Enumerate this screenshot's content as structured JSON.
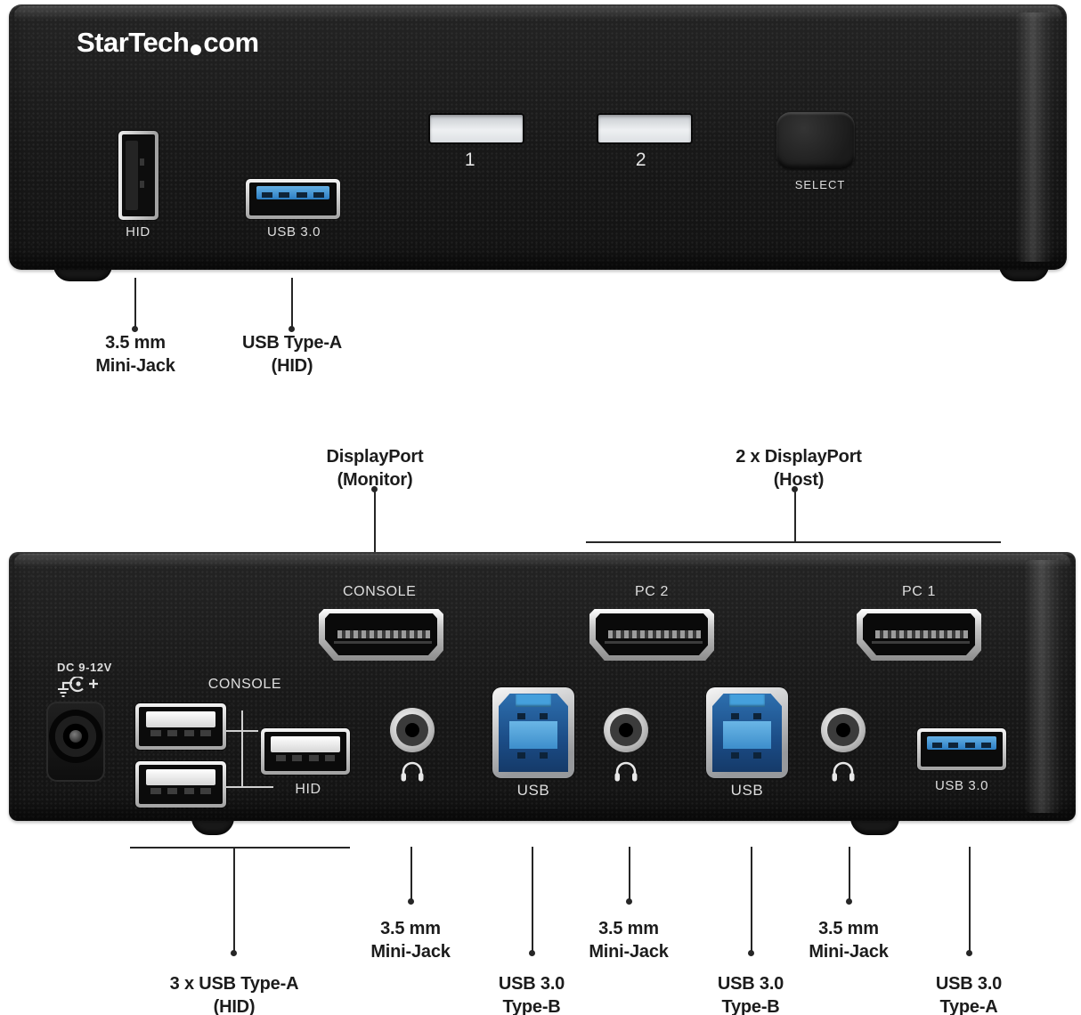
{
  "product": {
    "brand_part1": "StarTech",
    "brand_part2": "com"
  },
  "front_panel": {
    "hid_port_label": "HID",
    "usb30_port_label": "USB 3.0",
    "indicator_1_label": "1",
    "indicator_2_label": "2",
    "select_button_label": "SELECT"
  },
  "back_panel": {
    "power_label": "DC 9-12V",
    "console_usb_group_label": "CONSOLE",
    "hid_port_label": "HID",
    "console_dp_label": "CONSOLE",
    "pc2_dp_label": "PC 2",
    "pc1_dp_label": "PC 1",
    "usb_b_port1_label": "USB",
    "usb_b_port2_label": "USB",
    "usb30_port_label": "USB 3.0"
  },
  "callouts": {
    "front": [
      {
        "line1": "3.5 mm",
        "line2": "Mini-Jack"
      },
      {
        "line1": "USB Type-A",
        "line2": "(HID)"
      }
    ],
    "monitor": {
      "line1": "DisplayPort",
      "line2": "(Monitor)"
    },
    "host": {
      "line1": "2 x DisplayPort",
      "line2": "(Host)"
    },
    "bottom": [
      {
        "line1": "3 x USB Type-A",
        "line2": "(HID)"
      },
      {
        "line1": "3.5 mm",
        "line2": "Mini-Jack"
      },
      {
        "line1": "USB 3.0",
        "line2": "Type-B"
      },
      {
        "line1": "3.5 mm",
        "line2": "Mini-Jack"
      },
      {
        "line1": "USB 3.0",
        "line2": "Type-B"
      },
      {
        "line1": "3.5 mm",
        "line2": "Mini-Jack"
      },
      {
        "line1": "USB 3.0",
        "line2": "Type-A"
      }
    ]
  },
  "colors": {
    "usb30_blue": "#2f86c8",
    "device_black": "#1b1b1b",
    "panel_label_grey": "#dedede",
    "callout_text": "#1c1c1c"
  }
}
